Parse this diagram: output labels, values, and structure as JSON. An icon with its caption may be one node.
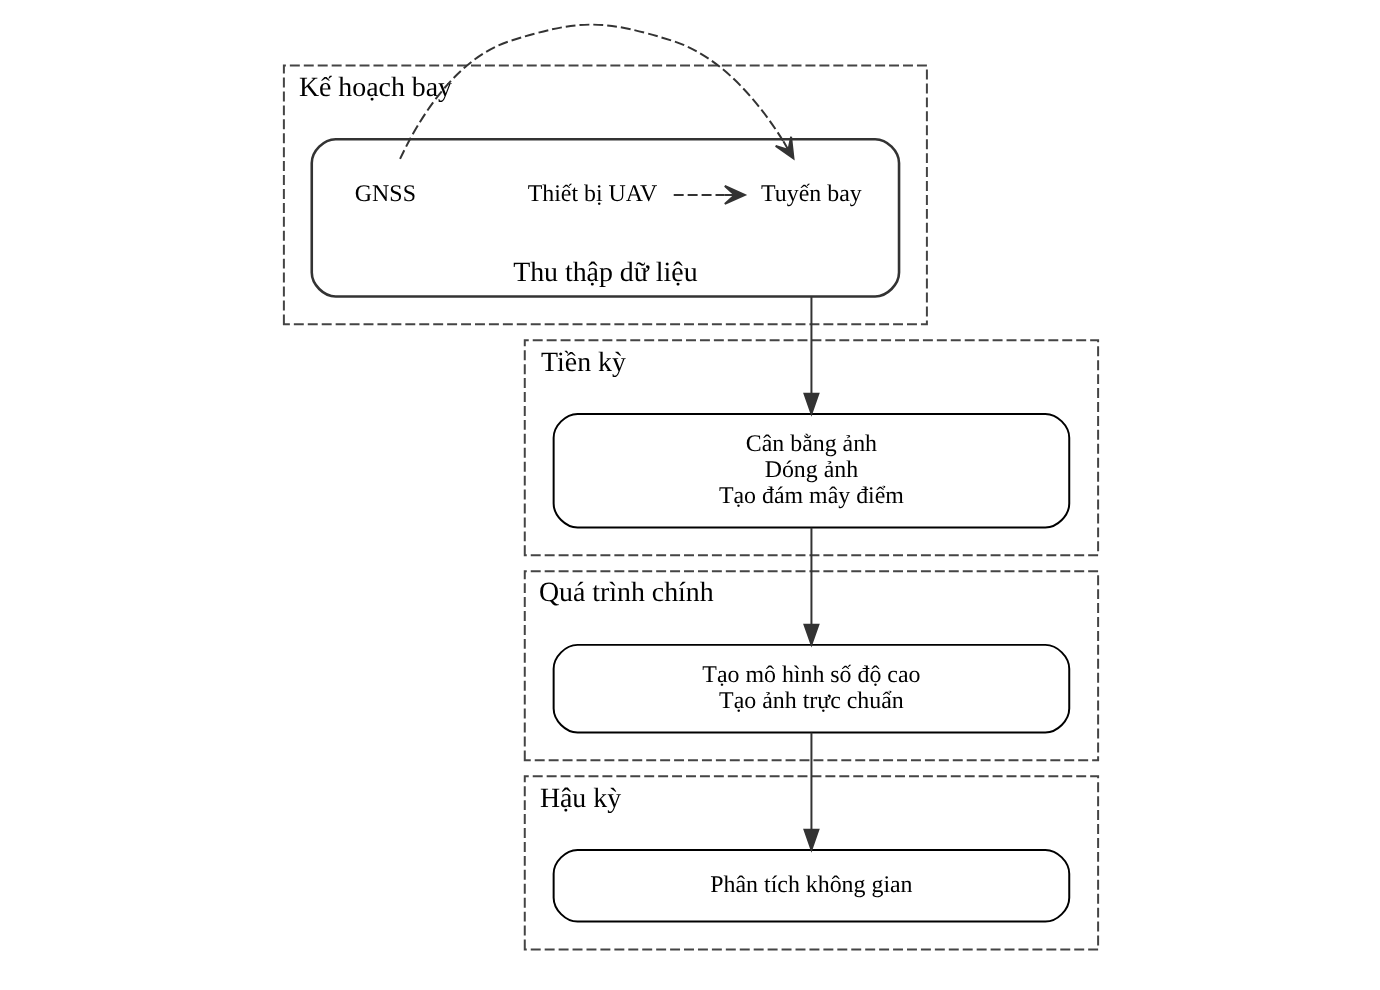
{
  "diagram": {
    "nodes": [
      {
        "text": [
          "Kế hoạch bay"
        ]
      },
      {
        "text": [
          "Thu thập dữ liệu"
        ],
        "in": 0
      },
      {
        "text": [
          "Thiết bị UAV"
        ],
        "in": 1
      },
      {
        "text": [
          "Tuyến bay"
        ],
        "in": 1
      },
      {
        "text": [
          "GNSS"
        ],
        "in": 1
      },
      {
        "text": [
          "Tiền kỳ"
        ]
      },
      {
        "text": [
          "Cân bằng ảnh",
          "Dóng ảnh",
          "Tạo đám mây điểm"
        ],
        "in": 5
      },
      {
        "text": [
          "Quá trình chính"
        ]
      },
      {
        "text": [
          "Tạo mô hình số độ cao",
          "Tạo ảnh trực chuẩn"
        ],
        "in": 7
      },
      {
        "text": [
          "Hậu kỳ"
        ]
      },
      {
        "text": [
          "Phân tích không gian"
        ],
        "in": 9
      }
    ],
    "edges": [
      {
        "from": 2,
        "to": 3,
        "arrow": "to",
        "style": "dashed"
      },
      {
        "from": 4,
        "to": 3,
        "arrow": "to",
        "style": "dashed"
      },
      {
        "from": 1,
        "to": 6,
        "arrow": "to"
      },
      {
        "from": 6,
        "to": 8,
        "arrow": "to"
      },
      {
        "from": 8,
        "to": 10,
        "arrow": "to"
      }
    ]
  }
}
